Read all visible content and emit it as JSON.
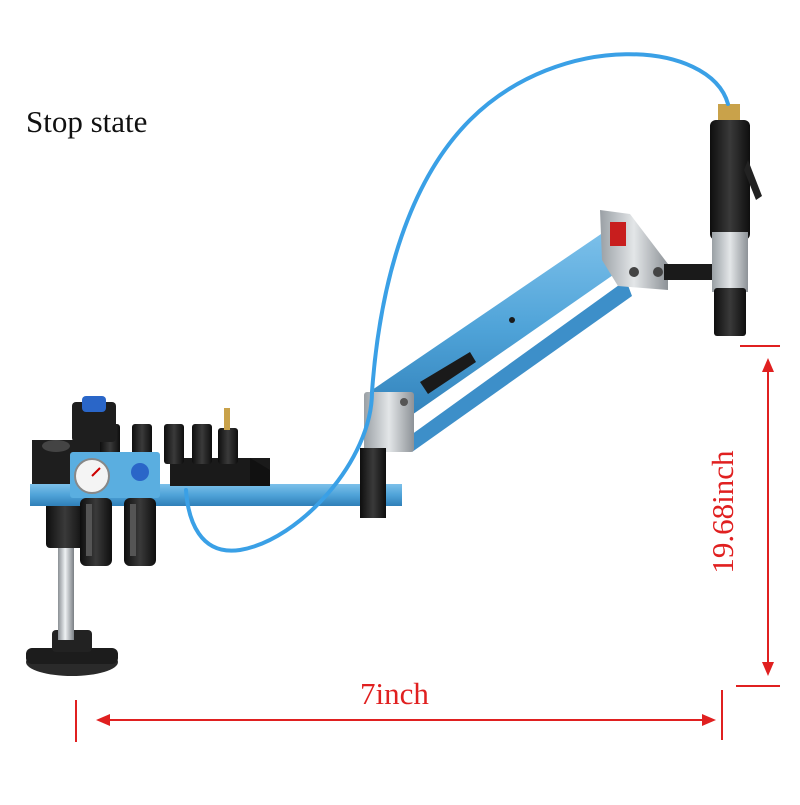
{
  "caption": "Stop state",
  "dimensions": {
    "width_label": "7inch",
    "height_label": "19.68inch"
  },
  "colors": {
    "arm_blue": "#4fa3d8",
    "arm_shadow": "#2f7fb8",
    "hose_blue": "#3aa0e6",
    "dimension_red": "#e02020",
    "base_black": "#1c1c1c",
    "steel_grey": "#b8bcc0"
  }
}
